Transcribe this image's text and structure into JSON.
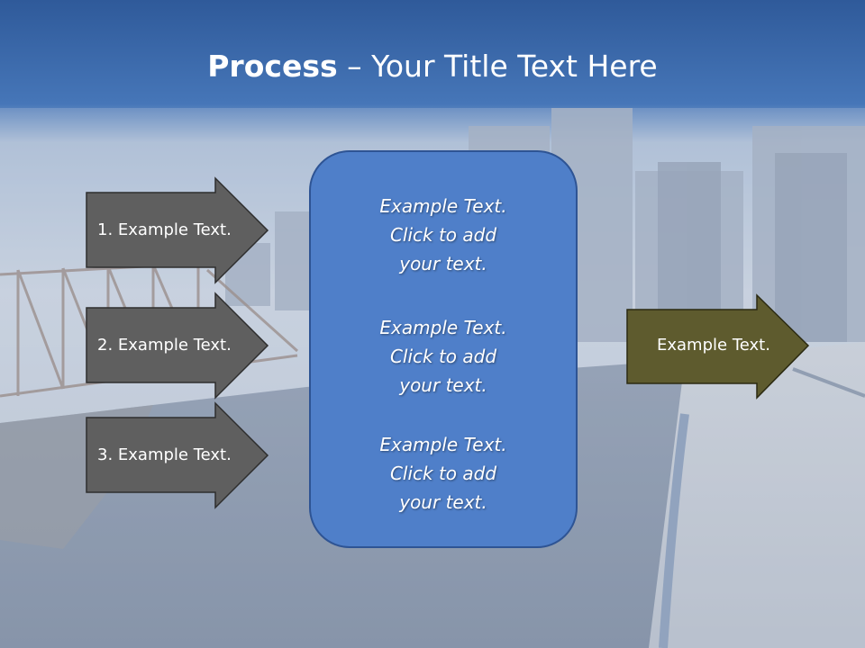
{
  "title": {
    "bold": "Process",
    "rest": " – Your Title Text Here"
  },
  "left_steps": [
    {
      "label": "1. Example Text."
    },
    {
      "label": "2. Example Text."
    },
    {
      "label": "3. Example Text."
    }
  ],
  "center_box": {
    "paragraphs": [
      {
        "line1": "Example Text.",
        "line2": "Click  to add",
        "line3": "your text."
      },
      {
        "line1": "Example Text.",
        "line2": "Click  to add",
        "line3": "your text."
      },
      {
        "line1": "Example Text.",
        "line2": "Click  to add",
        "line3": "your text."
      }
    ]
  },
  "right_arrow": {
    "label": "Example Text."
  },
  "colors": {
    "header_blue": "#3d6cb0",
    "step_arrow_fill": "#5f5f5f",
    "center_box_fill": "#4f7fc9",
    "center_box_border": "#2e5494",
    "output_arrow_fill": "#5e5b2e"
  }
}
